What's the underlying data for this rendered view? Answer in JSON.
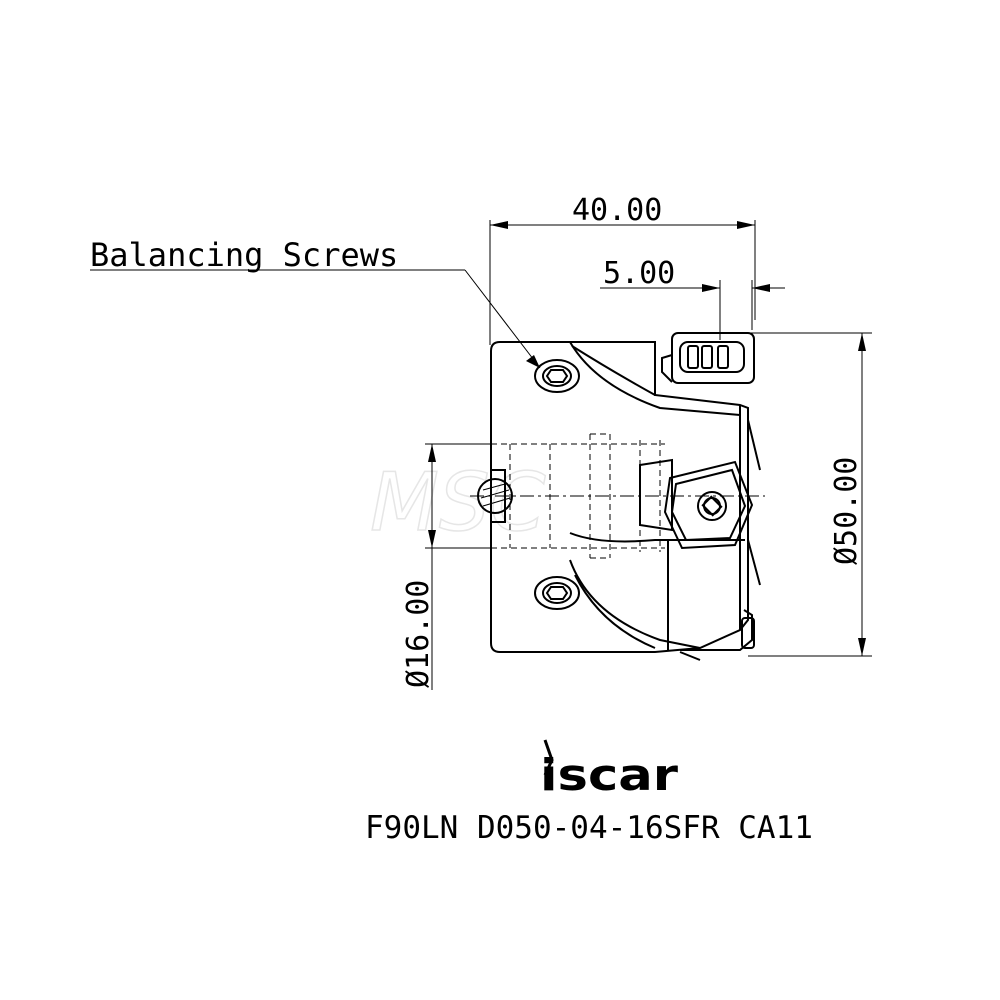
{
  "annotations": {
    "balancing_screws": "Balancing Screws"
  },
  "dimensions": {
    "length": "40.00",
    "offset": "5.00",
    "bore_diameter": "Ø16.00",
    "cutter_diameter": "Ø50.00"
  },
  "logo": {
    "brand": "iscar"
  },
  "part_number": "F90LN D050-04-16SFR CA11",
  "watermark": "MSC"
}
